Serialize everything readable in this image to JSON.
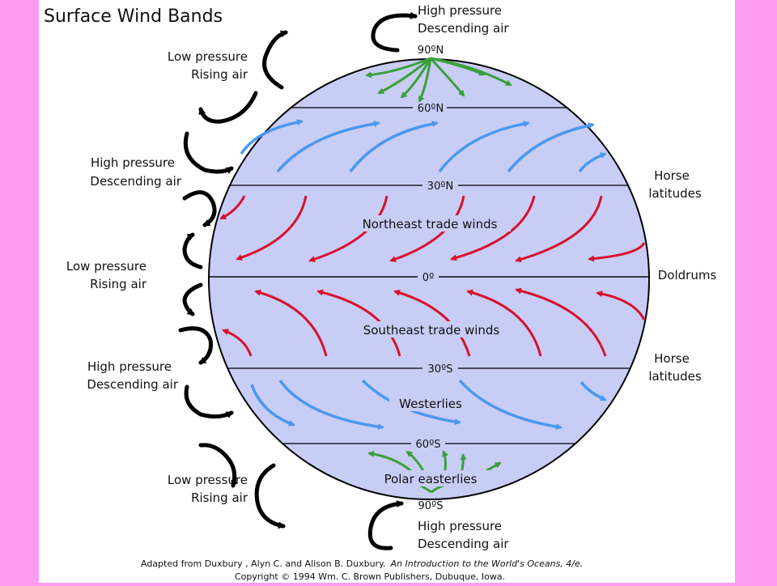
{
  "title": "Surface Wind Bands",
  "latitudes": {
    "n90": "90ºN",
    "n60": "60ºN",
    "n30": "30ºN",
    "eq": "0º",
    "s30": "30ºS",
    "s60": "60ºS",
    "s90": "90ºS"
  },
  "wind_bands": {
    "ne_trade": "Northeast trade winds",
    "se_trade": "Southeast trade winds",
    "westerlies": "Westerlies",
    "polar": "Polar easterlies"
  },
  "left_labels": {
    "top_high_1": "High pressure",
    "top_high_2": "Descending air",
    "low1_1": "Low pressure",
    "low1_2": "Rising air",
    "high2_1": "High pressure",
    "high2_2": "Descending air",
    "low2_1": "Low pressure",
    "low2_2": "Rising air",
    "high3_1": "High pressure",
    "high3_2": "Descending air",
    "low3_1": "Low pressure",
    "low3_2": "Rising air",
    "bot_high_1": "High pressure",
    "bot_high_2": "Descending air"
  },
  "right_labels": {
    "horse_n_1": "Horse",
    "horse_n_2": "latitudes",
    "doldrums": "Doldrums",
    "horse_s_1": "Horse",
    "horse_s_2": "latitudes"
  },
  "credits": {
    "line1_a": "Adapted from Duxbury , Alyn C. and Alison B. Duxbury.",
    "line1_b": "An Introduction to the World's Oceans, 4/e.",
    "line2": "Copyright © 1994 Wm. C. Brown Publishers, Dubuque, Iowa."
  },
  "colors": {
    "page_border": "#ff9cf2",
    "globe_fill": "#c8cdf5",
    "westerlies": "#4a98f0",
    "trade_winds": "#d8102c",
    "polar": "#3aa03a",
    "cells": "#000000"
  }
}
